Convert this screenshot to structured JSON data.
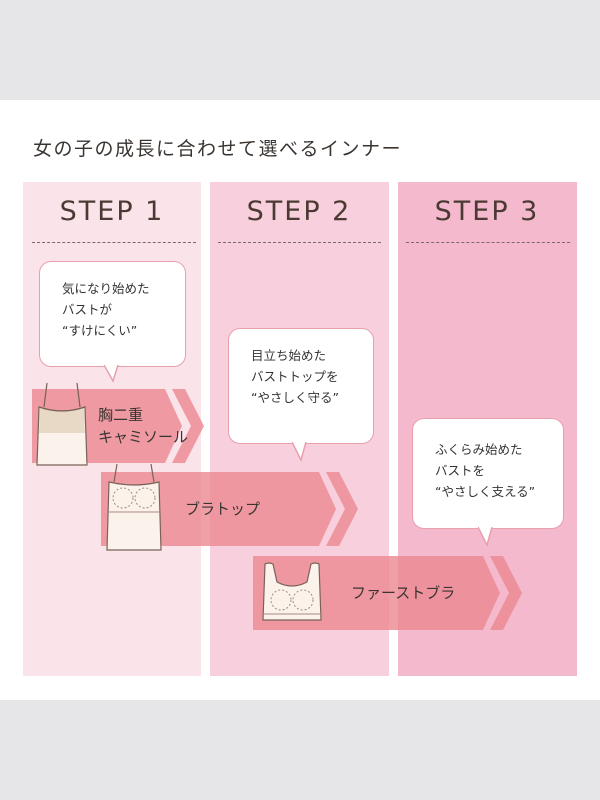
{
  "title": "女の子の成長に合わせて選べるインナー",
  "steps": [
    {
      "label": "STEP 1",
      "bubble": [
        "気になり始めた",
        "バストが",
        "“すけにくい”"
      ]
    },
    {
      "label": "STEP 2",
      "bubble": [
        "目立ち始めた",
        "バストトップを",
        "“やさしく守る”"
      ]
    },
    {
      "label": "STEP 3",
      "bubble": [
        "ふくらみ始めた",
        "バストを",
        "“やさしく支える”"
      ]
    }
  ],
  "products": [
    {
      "name_line1": "胸二重",
      "name_line2": "キャミソール",
      "icon": "camisole-icon"
    },
    {
      "name": "ブラトップ",
      "icon": "bra-top-icon"
    },
    {
      "name": "ファーストブラ",
      "icon": "first-bra-icon"
    }
  ],
  "colors": {
    "step1_bg": "#fbe3ea",
    "step2_bg": "#f8cfdc",
    "step3_bg": "#f5b9ce",
    "arrow": "#eb8a92",
    "bubble_border": "#e8a0ad"
  }
}
